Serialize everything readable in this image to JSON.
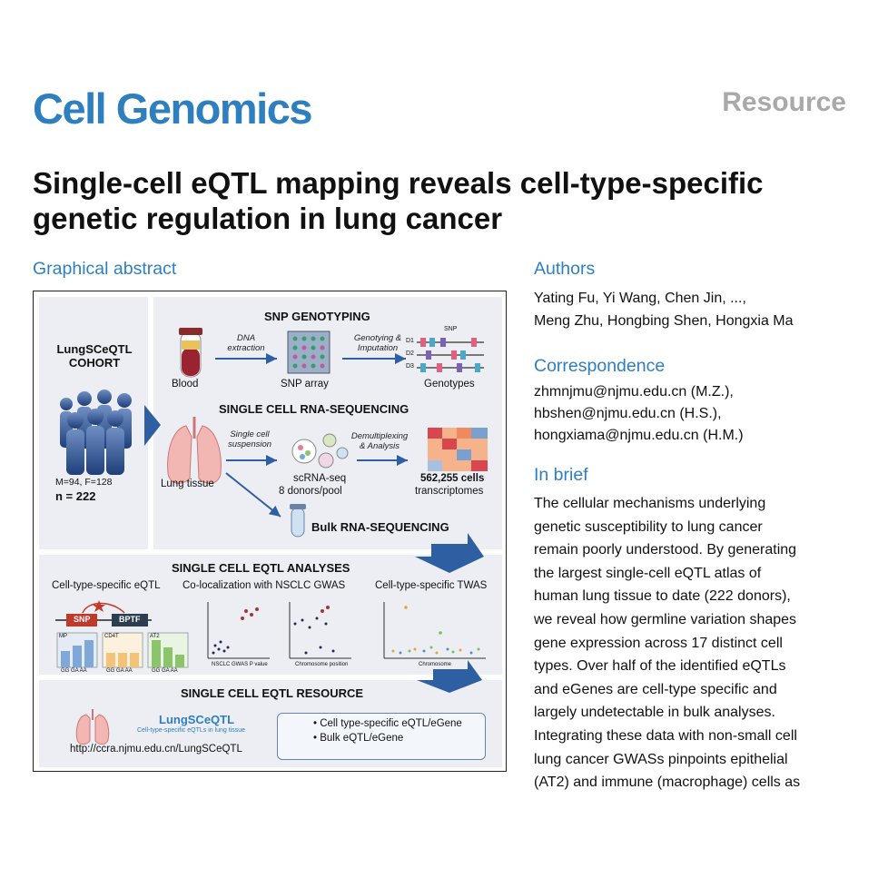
{
  "header": {
    "journal": "Cell Genomics",
    "article_type": "Resource",
    "title_line1": "Single-cell eQTL mapping reveals cell-type-specific",
    "title_line2": "genetic regulation in lung cancer"
  },
  "graphical_abstract": {
    "heading": "Graphical abstract",
    "cohort": {
      "name_line1": "LungSCeQTL",
      "name_line2": "COHORT",
      "sex": "M=94, F=128",
      "n": "n = 222"
    },
    "snp": {
      "title": "SNP GENOTYPING",
      "blood": "Blood",
      "dna_extraction_1": "DNA",
      "dna_extraction_2": "extraction",
      "snp_array": "SNP array",
      "genotyping_1": "Genotying &",
      "genotyping_2": "Imputation",
      "genotypes": "Genotypes",
      "snp_tag": "SNP",
      "rows": [
        "D1",
        "D2",
        "D3"
      ]
    },
    "scrna": {
      "title": "SINGLE CELL RNA-SEQUENCING",
      "lung_tissue": "Lung tissue",
      "suspension_1": "Single cell",
      "suspension_2": "suspension",
      "scrna_seq": "scRNA-seq",
      "donors": "8 donors/pool",
      "demux_1": "Demultiplexing",
      "demux_2": "& Analysis",
      "cells": "562,255 cells",
      "transcriptomes": "transcriptomes",
      "bulk": "Bulk RNA-SEQUENCING"
    },
    "eqtl": {
      "title": "SINGLE CELL  EQTL ANALYSES",
      "sub1": "Cell-type-specific eQTL",
      "sub2": "Co-localization with NSCLC GWAS",
      "sub3": "Cell-type-specific TWAS",
      "snp_label": "SNP",
      "gene_label": "BPTF",
      "bar_groups": [
        "MP",
        "CD4T",
        "AT2"
      ],
      "genotypes": "GG GA AA",
      "x_gwas": "NSCLC GWAS P value",
      "x_chrom": "Chromosome position",
      "x_twas": "Chromosome"
    },
    "resource": {
      "title": "SINGLE CELL  EQTL RESOURCE",
      "db_name": "LungSCeQTL",
      "db_tagline": "Cell-type-specific eQTLs in lung tissue",
      "url": "http://ccra.njmu.edu.cn/LungSCeQTL",
      "items": [
        "Cell type-specific eQTL/eGene",
        "Bulk eQTL/eGene"
      ]
    }
  },
  "authors": {
    "heading": "Authors",
    "line1": "Yating Fu, Yi Wang, Chen Jin, ...,",
    "line2": "Meng Zhu, Hongbing Shen, Hongxia Ma"
  },
  "correspondence": {
    "heading": "Correspondence",
    "emails": [
      "zhmnjmu@njmu.edu.cn (M.Z.),",
      "hbshen@njmu.edu.cn (H.S.),",
      "hongxiama@njmu.edu.cn (H.M.)"
    ]
  },
  "in_brief": {
    "heading": "In brief",
    "lines": [
      "The cellular mechanisms underlying",
      "genetic susceptibility to lung cancer",
      "remain poorly understood. By generating",
      "the largest single-cell eQTL atlas of",
      "human lung tissue to date (222 donors),",
      "we reveal how germline variation shapes",
      "gene expression across 17 distinct cell",
      "types. Over half of the identified eQTLs",
      "and eGenes are cell-type specific and",
      "largely undetectable in bulk analyses.",
      "Integrating these data with non-small cell",
      "lung cancer GWASs pinpoints epithelial",
      "(AT2) and immune (macrophage) cells as"
    ]
  },
  "colors": {
    "accent": "#2e7fbf",
    "muted": "#a9a9a9",
    "arrow": "#2e5fa3"
  }
}
